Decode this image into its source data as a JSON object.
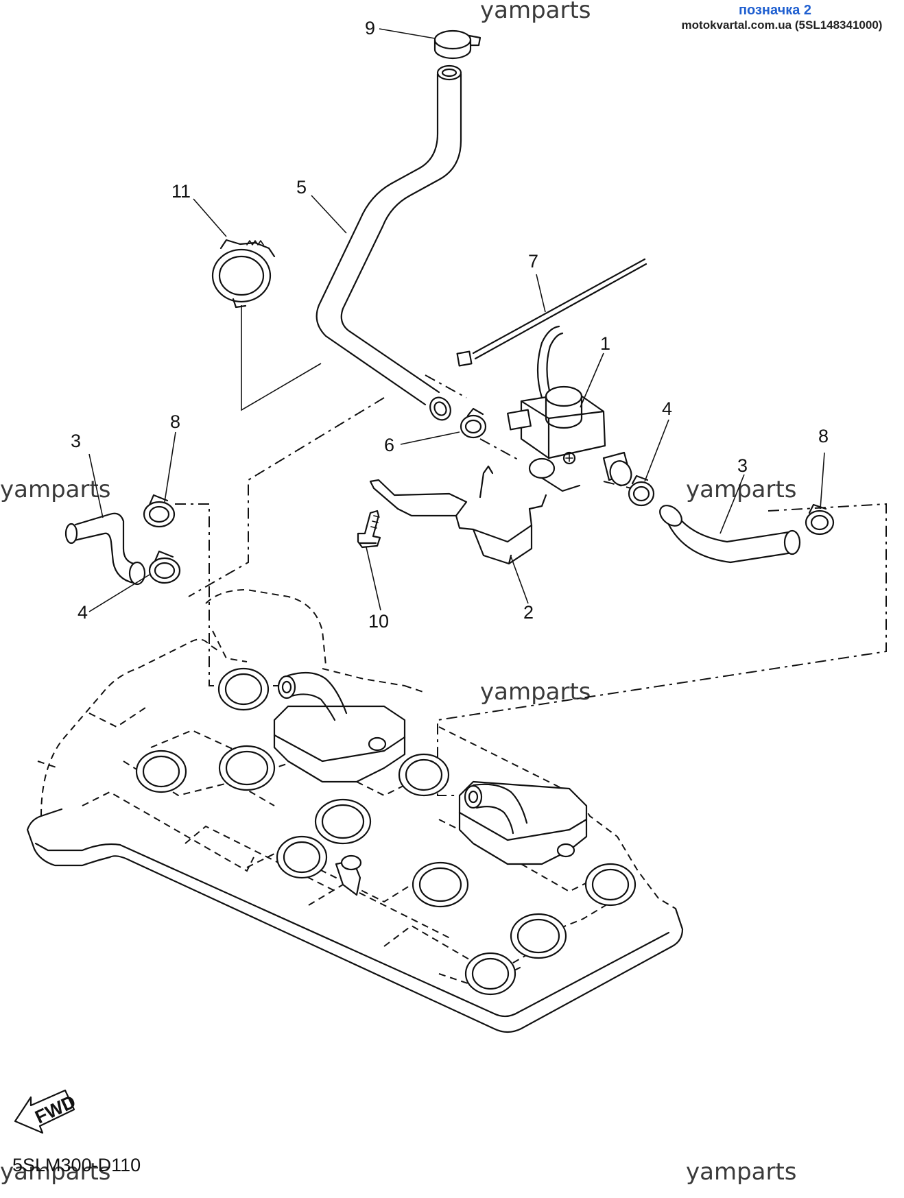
{
  "header": {
    "label": "позначка 2",
    "site": "motokvartal.com.ua (5SL148341000)"
  },
  "watermark": "yamparts",
  "diagram_code": "5SLM300-D110",
  "fwd_label": "FWD",
  "callouts": {
    "c1": "1",
    "c2": "2",
    "c3a": "3",
    "c3b": "3",
    "c4a": "4",
    "c4b": "4",
    "c5": "5",
    "c6": "6",
    "c7": "7",
    "c8a": "8",
    "c8b": "8",
    "c9": "9",
    "c10": "10",
    "c11": "11"
  },
  "colors": {
    "header_label": "#1f5fd0",
    "line": "#111111",
    "background": "#ffffff"
  }
}
